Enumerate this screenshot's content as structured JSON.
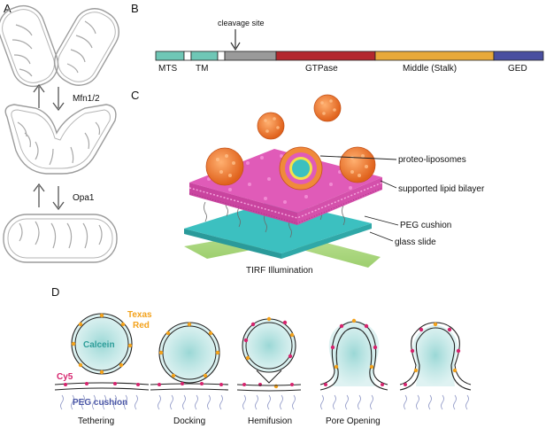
{
  "panels": {
    "a": {
      "letter": "A",
      "arrow_labels": [
        "Mfn1/2",
        "Opa1"
      ]
    },
    "b": {
      "letter": "B",
      "cleavage_label": "cleavage site",
      "domain_labels": [
        "MTS",
        "TM",
        "GTPase",
        "Middle (Stalk)",
        "GED"
      ],
      "colors": {
        "mts": "#6fc7b6",
        "tm": "#6fc7b6",
        "linker": "#9a9a9a",
        "gtpase": "#b3282e",
        "middle": "#e8a93a",
        "ged": "#4a4fa0"
      }
    },
    "c": {
      "letter": "C",
      "callouts": [
        "proteo-liposomes",
        "supported lipid bilayer",
        "PEG cushion",
        "glass slide"
      ],
      "illumination": "TIRF Illumination",
      "colors": {
        "lipid": "#e05bb8",
        "liposome": "#f08a3a",
        "glass": "#3cc0c0",
        "beam": "#9fd36a"
      }
    },
    "d": {
      "letter": "D",
      "dye_labels": {
        "texas_red": [
          "Texas",
          "Red"
        ],
        "calcein": "Calcein",
        "cy5": "Cy5",
        "peg": "PEG cushion"
      },
      "stages": [
        "Tethering",
        "Docking",
        "Hemifusion",
        "Pore Opening"
      ],
      "colors": {
        "texas_red": "#f3a21c",
        "calcein": "#3fb7b2",
        "cy5": "#d6246e",
        "peg": "#4a56a6"
      }
    }
  }
}
